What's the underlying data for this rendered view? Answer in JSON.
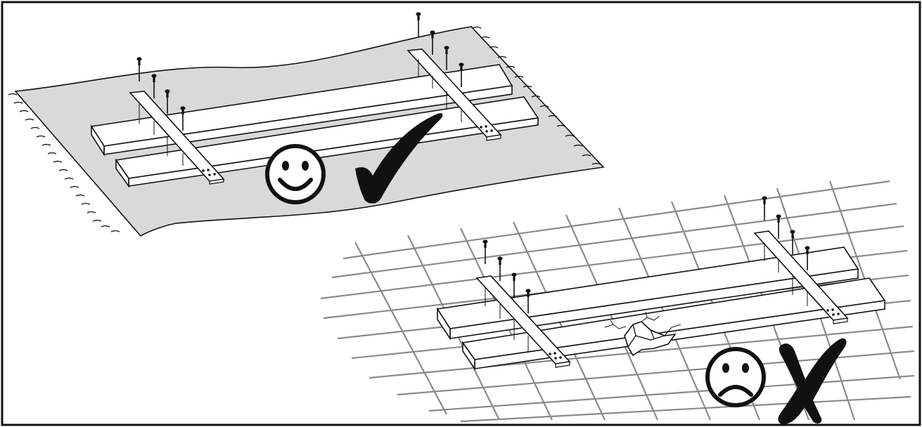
{
  "figure": {
    "panels": [
      {
        "id": "correct",
        "surface": "rug",
        "surface_icon": "rug-icon",
        "board_count": 2,
        "brace_count": 2,
        "screws_per_brace": 4,
        "face_icon": "smiley-face-icon",
        "mark_icon": "check-mark-icon",
        "verdict": "correct"
      },
      {
        "id": "incorrect",
        "surface": "grate",
        "surface_icon": "grid-grate-icon",
        "board_count": 2,
        "brace_count": 2,
        "screws_per_brace": 4,
        "damage_icon": "cracked-board-icon",
        "face_icon": "frowning-face-icon",
        "mark_icon": "cross-mark-icon",
        "verdict": "incorrect"
      }
    ],
    "colors": {
      "line": "#111111",
      "rug_fill": "#d9d9d9",
      "grid_line": "#8a8a8a",
      "board_fill": "#ffffff",
      "background": "#ffffff"
    }
  }
}
